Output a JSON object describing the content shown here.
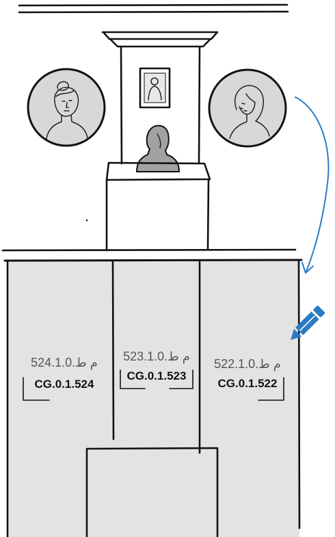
{
  "labels": [
    {
      "arabic": "م ط.524.1.0",
      "code": "CG.0.1.524"
    },
    {
      "arabic": "م ط.523.1.0",
      "code": "CG.0.1.523"
    },
    {
      "arabic": "م ط.522.1.0",
      "code": "CG.0.1.522"
    }
  ],
  "icons": {
    "edit": "pencil-icon",
    "direction": "curved-arrow-icon"
  },
  "colors": {
    "accent": "#2b7bc4",
    "panel": "#e3e3e3",
    "portrait_fill": "#d8d8d8",
    "bust_fill": "#a2a2a2",
    "frame_inner": "#e8e8e8",
    "ink": "#111111",
    "label_secondary": "#555555"
  }
}
